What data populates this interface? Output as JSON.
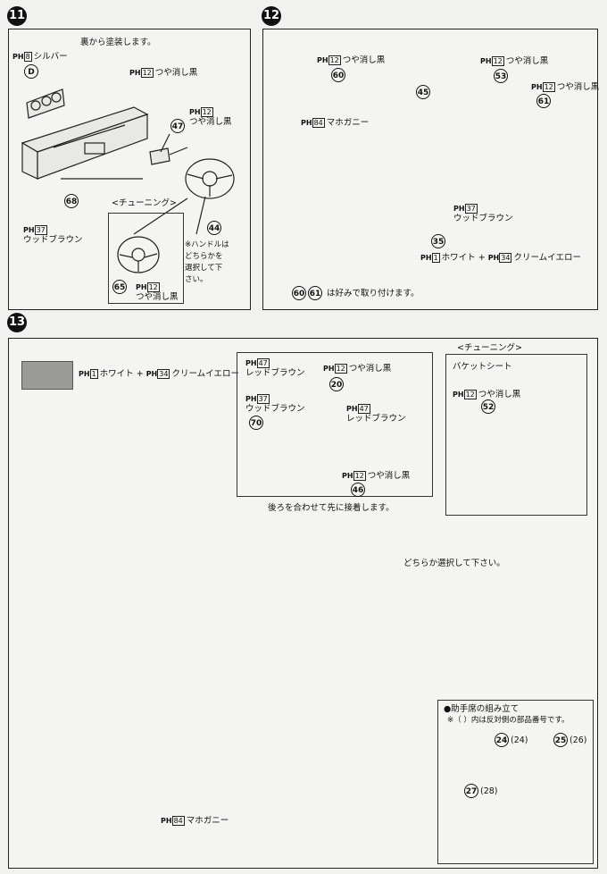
{
  "steps": [
    "11",
    "12",
    "13"
  ],
  "step11": {
    "paint_note": "裏から塗装します。",
    "silver_code": "8",
    "silver_label": "シルバー",
    "part_d": "D",
    "flat_black_code": "12",
    "flat_black_label": "つや消し黒",
    "flat_black2_code": "12",
    "flat_black2_label": "つや消し黒",
    "wood_brown_code": "37",
    "wood_brown_label": "ウッドブラウン",
    "part_47": "47",
    "part_68": "68",
    "part_44": "44",
    "part_65": "65",
    "tuning_label": "<チューニング>",
    "tuning_code": "12",
    "tuning_color": "つや消し黒",
    "handle_note_line1": "※ハンドルは",
    "handle_note_line2": "どちらかを",
    "handle_note_line3": "選択して下",
    "handle_note_line4": "さい。"
  },
  "step12": {
    "flat_black_a_code": "12",
    "flat_black_a_label": "つや消し黒",
    "flat_black_b_code": "12",
    "flat_black_b_label": "つや消し黒",
    "flat_black_c_code": "12",
    "flat_black_c_label": "つや消し黒",
    "mahogany_code": "84",
    "mahogany_label": "マホガニー",
    "wood_brown_code": "37",
    "wood_brown_label": "ウッドブラウン",
    "white_code": "1",
    "white_label": "ホワイト",
    "cream_code": "34",
    "cream_label": "クリームイエロー",
    "part_60": "60",
    "part_45": "45",
    "part_53": "53",
    "part_61": "61",
    "part_35": "35",
    "note_parts_a": "60",
    "note_parts_b": "61",
    "note_text": "は好みで取り付けます。"
  },
  "step13": {
    "legend_white_code": "1",
    "legend_white_label": "ホワイト",
    "legend_cream_code": "34",
    "legend_cream_label": "クリームイエロー",
    "red_brown_code": "47",
    "red_brown_label": "レッドブラウン",
    "flat_black_code": "12",
    "flat_black_label": "つや消し黒",
    "wood_brown_code": "37",
    "wood_brown_label": "ウッドブラウン",
    "red_brown2_code": "47",
    "red_brown2_label": "レッドブラウン",
    "flat_black2_code": "12",
    "flat_black2_label": "つや消し黒",
    "part_20": "20",
    "part_70": "70",
    "part_46": "46",
    "console_note": "後ろを合わせて先に接着します。",
    "tuning_label": "<チューニング>",
    "bucket_seat": "バケットシート",
    "bucket_code": "12",
    "bucket_color": "つや消し黒",
    "part_52": "52",
    "choose_note": "どちらか選択して下さい。",
    "mahogany_code": "84",
    "mahogany_label": "マホガニー",
    "passenger_title": "●助手席の組み立て",
    "passenger_note": "※（ ）内は反対側の部品番号です。",
    "part_24": "24",
    "part_24b": "(24)",
    "part_25": "25",
    "part_26b": "(26)",
    "part_27": "27",
    "part_28b": "(28)"
  },
  "colors": {
    "legend_swatch": "#9a9a98",
    "ink": "#111111",
    "paper": "#f1f1ef"
  }
}
